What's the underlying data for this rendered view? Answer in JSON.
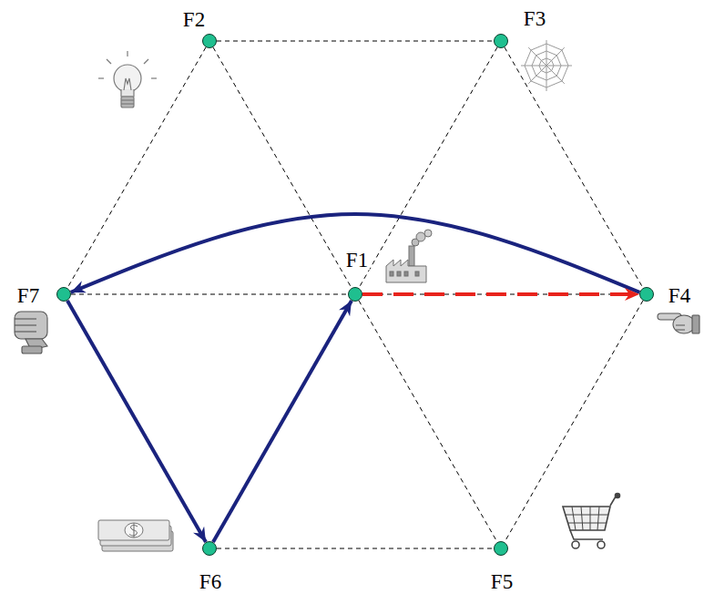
{
  "diagram": {
    "nodes": [
      {
        "text": [
          "F2"
        ]
      },
      {
        "text": [
          "F3"
        ]
      },
      {
        "text": [
          "F7"
        ]
      },
      {
        "text": [
          "F1"
        ]
      },
      {
        "text": [
          "F4"
        ]
      },
      {
        "text": [
          "F6"
        ]
      },
      {
        "text": [
          "F5"
        ]
      }
    ],
    "edges": [
      {
        "from": 0,
        "to": 1,
        "arrow": "none"
      },
      {
        "from": 0,
        "to": 2,
        "arrow": "none"
      },
      {
        "from": 0,
        "to": 3,
        "arrow": "none"
      },
      {
        "from": 1,
        "to": 3,
        "arrow": "none"
      },
      {
        "from": 1,
        "to": 4,
        "arrow": "none"
      },
      {
        "from": 2,
        "to": 3,
        "arrow": "none"
      },
      {
        "from": 3,
        "to": 4,
        "arrow": "none"
      },
      {
        "from": 2,
        "to": 5,
        "arrow": "none"
      },
      {
        "from": 3,
        "to": 5,
        "arrow": "none"
      },
      {
        "from": 3,
        "to": 6,
        "arrow": "none"
      },
      {
        "from": 4,
        "to": 6,
        "arrow": "none"
      },
      {
        "from": 5,
        "to": 6,
        "arrow": "none"
      },
      {
        "from": 2,
        "to": 5,
        "arrow": "to"
      },
      {
        "from": 5,
        "to": 3,
        "arrow": "to"
      },
      {
        "from": 4,
        "to": 2,
        "arrow": "to"
      },
      {
        "from": 3,
        "to": 4,
        "arrow": "to"
      }
    ]
  }
}
